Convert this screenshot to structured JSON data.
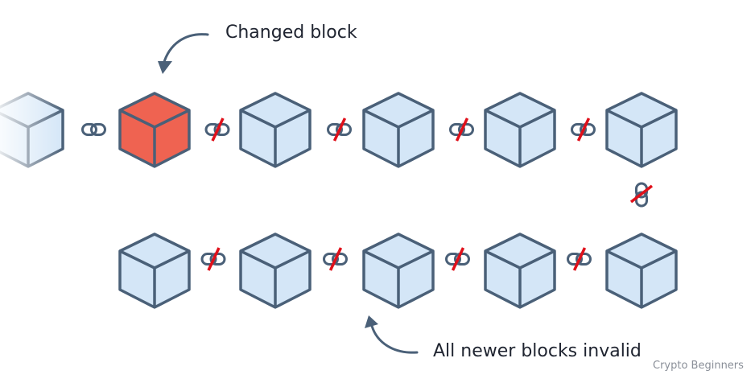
{
  "labels": {
    "changed_block": "Changed block",
    "invalid_blocks": "All newer blocks invalid"
  },
  "watermark": "Crypto Beginners",
  "colors": {
    "stroke": "#4a6078",
    "valid_fill": "#d4e6f7",
    "changed_fill": "#ef6351",
    "broken_mark": "#e0101a"
  },
  "chain": {
    "top_row": [
      "faded",
      "changed",
      "invalid",
      "invalid",
      "invalid",
      "invalid"
    ],
    "top_links_broken": [
      false,
      true,
      true,
      true,
      true
    ],
    "vertical_link_broken": true,
    "bottom_row": [
      "invalid",
      "invalid",
      "invalid",
      "invalid",
      "invalid"
    ],
    "bottom_links_broken": [
      true,
      true,
      true,
      true
    ]
  }
}
